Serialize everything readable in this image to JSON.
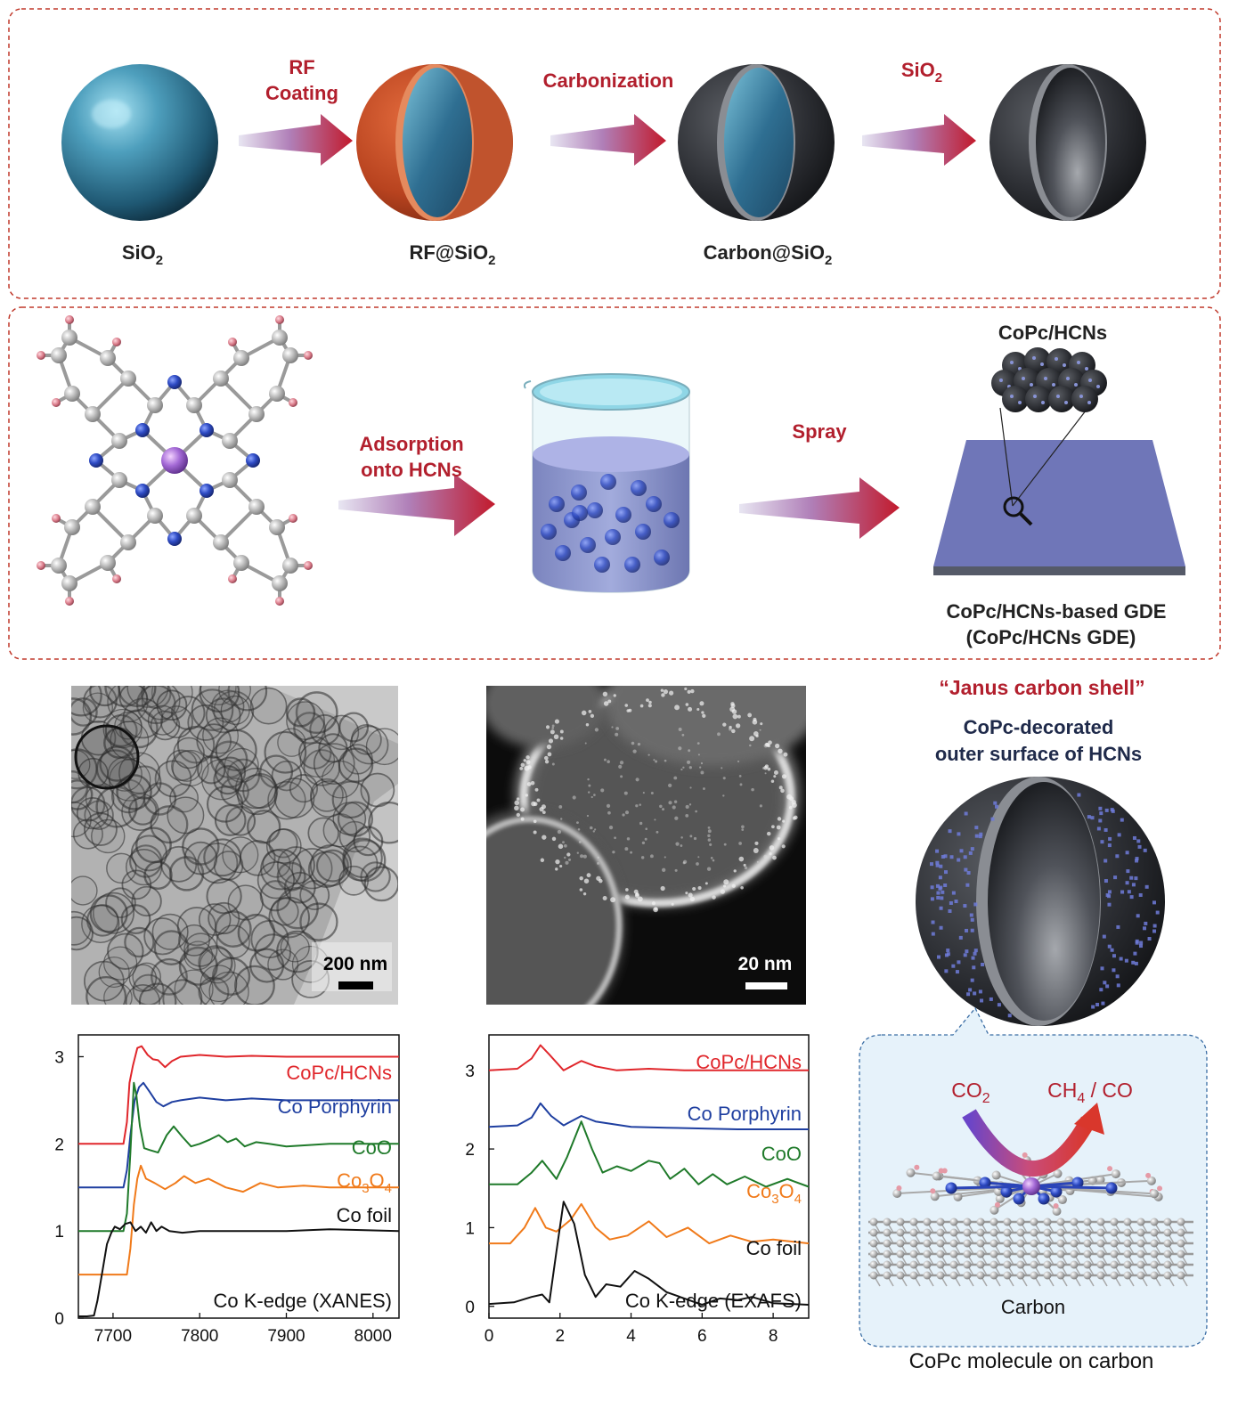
{
  "top_panel": {
    "step_labels": {
      "rf_coating_line1": "RF",
      "rf_coating_line2": "Coating",
      "carbonization": "Carbonization",
      "sio2_removal_base": "SiO",
      "sio2_removal_sub": "2"
    },
    "sphere_labels": {
      "sio2_base": "SiO",
      "sio2_sub": "2",
      "rf_base": "RF@SiO",
      "rf_sub": "2",
      "carbon_base": "Carbon@SiO",
      "carbon_sub": "2"
    }
  },
  "middle_panel": {
    "adsorption_line1": "Adsorption",
    "adsorption_line2": "onto HCNs",
    "spray": "Spray",
    "cluster_label": "CoPc/HCNs",
    "gde_line1": "CoPc/HCNs-based GDE",
    "gde_line2": "(CoPc/HCNs GDE)"
  },
  "micrographs": {
    "tem_scale": "200 nm",
    "haadf_scale": "20 nm"
  },
  "janus": {
    "title": "“Janus carbon shell”",
    "sub_line1": "CoPc-decorated",
    "sub_line2": "outer surface of HCNs",
    "co2_base": "CO",
    "co2_sub": "2",
    "ch4_base": "CH",
    "ch4_sub": "4",
    "ch4_rest": " / CO",
    "carbon": "Carbon",
    "caption": "CoPc molecule on carbon"
  },
  "colors": {
    "accent_red": "#b21f2d",
    "copc": "#e0262b",
    "porphyrin": "#1f3fa0",
    "coo": "#1f7a2a",
    "co3o4": "#f07a1a",
    "foil": "#111111"
  },
  "chart_data": [
    {
      "type": "line",
      "title": "Co K-edge (XANES)",
      "xlim": [
        7660,
        8030
      ],
      "ylim": [
        0,
        3.25
      ],
      "xticks": [
        7700,
        7800,
        7900,
        8000
      ],
      "yticks": [
        0,
        1,
        2,
        3
      ],
      "series": [
        {
          "name": "CoPc/HCNs",
          "color": "#e0262b",
          "points": [
            [
              7660,
              2.0
            ],
            [
              7712,
              2.0
            ],
            [
              7716,
              2.25
            ],
            [
              7719,
              2.7
            ],
            [
              7723,
              2.9
            ],
            [
              7728,
              3.1
            ],
            [
              7733,
              3.12
            ],
            [
              7740,
              3.02
            ],
            [
              7746,
              2.97
            ],
            [
              7752,
              2.96
            ],
            [
              7760,
              2.88
            ],
            [
              7768,
              2.95
            ],
            [
              7778,
              3.0
            ],
            [
              7800,
              3.02
            ],
            [
              7830,
              3.0
            ],
            [
              7860,
              3.01
            ],
            [
              7900,
              3.0
            ],
            [
              7950,
              3.0
            ],
            [
              8030,
              3.0
            ]
          ]
        },
        {
          "name": "Co Porphyrin",
          "color": "#1f3fa0",
          "points": [
            [
              7660,
              1.5
            ],
            [
              7712,
              1.5
            ],
            [
              7716,
              1.7
            ],
            [
              7720,
              2.1
            ],
            [
              7725,
              2.5
            ],
            [
              7730,
              2.65
            ],
            [
              7735,
              2.7
            ],
            [
              7742,
              2.6
            ],
            [
              7750,
              2.48
            ],
            [
              7758,
              2.43
            ],
            [
              7768,
              2.48
            ],
            [
              7778,
              2.5
            ],
            [
              7800,
              2.53
            ],
            [
              7830,
              2.5
            ],
            [
              7860,
              2.52
            ],
            [
              7900,
              2.5
            ],
            [
              7950,
              2.5
            ],
            [
              8030,
              2.5
            ]
          ]
        },
        {
          "name": "CoO",
          "color": "#1f7a2a",
          "points": [
            [
              7660,
              1.0
            ],
            [
              7712,
              1.0
            ],
            [
              7716,
              1.2
            ],
            [
              7720,
              1.9
            ],
            [
              7724,
              2.7
            ],
            [
              7727,
              2.55
            ],
            [
              7731,
              2.2
            ],
            [
              7736,
              1.95
            ],
            [
              7742,
              1.93
            ],
            [
              7752,
              1.9
            ],
            [
              7762,
              2.1
            ],
            [
              7770,
              2.2
            ],
            [
              7780,
              2.08
            ],
            [
              7790,
              1.97
            ],
            [
              7800,
              2.0
            ],
            [
              7812,
              2.05
            ],
            [
              7822,
              2.1
            ],
            [
              7832,
              2.02
            ],
            [
              7842,
              2.06
            ],
            [
              7852,
              1.97
            ],
            [
              7865,
              2.02
            ],
            [
              7880,
              2.0
            ],
            [
              7900,
              1.97
            ],
            [
              7950,
              2.0
            ],
            [
              8030,
              2.0
            ]
          ]
        },
        {
          "name": "Co3O4",
          "color": "#f07a1a",
          "points": [
            [
              7660,
              0.5
            ],
            [
              7716,
              0.5
            ],
            [
              7720,
              0.8
            ],
            [
              7724,
              1.3
            ],
            [
              7728,
              1.6
            ],
            [
              7732,
              1.75
            ],
            [
              7738,
              1.6
            ],
            [
              7748,
              1.55
            ],
            [
              7760,
              1.48
            ],
            [
              7772,
              1.55
            ],
            [
              7782,
              1.63
            ],
            [
              7795,
              1.55
            ],
            [
              7810,
              1.6
            ],
            [
              7830,
              1.5
            ],
            [
              7850,
              1.45
            ],
            [
              7870,
              1.55
            ],
            [
              7890,
              1.5
            ],
            [
              7920,
              1.52
            ],
            [
              7950,
              1.5
            ],
            [
              8030,
              1.5
            ]
          ]
        },
        {
          "name": "Co foil",
          "color": "#111111",
          "points": [
            [
              7660,
              0.02
            ],
            [
              7670,
              0.02
            ],
            [
              7678,
              0.03
            ],
            [
              7682,
              0.2
            ],
            [
              7688,
              0.55
            ],
            [
              7693,
              0.85
            ],
            [
              7698,
              0.98
            ],
            [
              7702,
              1.05
            ],
            [
              7708,
              1.02
            ],
            [
              7714,
              1.08
            ],
            [
              7720,
              1.1
            ],
            [
              7726,
              1.0
            ],
            [
              7732,
              1.05
            ],
            [
              7738,
              0.98
            ],
            [
              7744,
              1.1
            ],
            [
              7750,
              1.0
            ],
            [
              7756,
              1.05
            ],
            [
              7765,
              1.0
            ],
            [
              7780,
              0.98
            ],
            [
              7800,
              1.0
            ],
            [
              7850,
              1.0
            ],
            [
              7900,
              1.0
            ],
            [
              7950,
              1.02
            ],
            [
              8030,
              1.0
            ]
          ]
        }
      ]
    },
    {
      "type": "line",
      "title": "Co K-edge (EXAFS)",
      "xlim": [
        0,
        9
      ],
      "ylim": [
        -0.15,
        3.45
      ],
      "xticks": [
        0,
        2,
        4,
        6,
        8
      ],
      "yticks": [
        0,
        1,
        2,
        3
      ],
      "series": [
        {
          "name": "CoPc/HCNs",
          "color": "#e0262b",
          "points": [
            [
              0,
              3.0
            ],
            [
              0.8,
              3.02
            ],
            [
              1.2,
              3.15
            ],
            [
              1.45,
              3.32
            ],
            [
              1.7,
              3.2
            ],
            [
              2.1,
              3.0
            ],
            [
              2.6,
              3.12
            ],
            [
              3.0,
              3.05
            ],
            [
              3.6,
              3.0
            ],
            [
              4.5,
              3.02
            ],
            [
              5.5,
              3.0
            ],
            [
              7.0,
              3.0
            ],
            [
              9,
              3.0
            ]
          ]
        },
        {
          "name": "Co Porphyrin",
          "color": "#1f3fa0",
          "points": [
            [
              0,
              2.28
            ],
            [
              0.8,
              2.3
            ],
            [
              1.2,
              2.4
            ],
            [
              1.45,
              2.58
            ],
            [
              1.75,
              2.42
            ],
            [
              2.1,
              2.3
            ],
            [
              2.6,
              2.42
            ],
            [
              3.0,
              2.35
            ],
            [
              4.0,
              2.28
            ],
            [
              5.0,
              2.27
            ],
            [
              7.0,
              2.25
            ],
            [
              9,
              2.25
            ]
          ]
        },
        {
          "name": "CoO",
          "color": "#1f7a2a",
          "points": [
            [
              0,
              1.55
            ],
            [
              0.8,
              1.55
            ],
            [
              1.2,
              1.7
            ],
            [
              1.5,
              1.85
            ],
            [
              1.9,
              1.62
            ],
            [
              2.2,
              1.9
            ],
            [
              2.6,
              2.35
            ],
            [
              2.9,
              2.0
            ],
            [
              3.2,
              1.7
            ],
            [
              3.6,
              1.78
            ],
            [
              4.0,
              1.72
            ],
            [
              4.5,
              1.85
            ],
            [
              4.8,
              1.82
            ],
            [
              5.1,
              1.62
            ],
            [
              5.5,
              1.75
            ],
            [
              5.9,
              1.55
            ],
            [
              6.3,
              1.68
            ],
            [
              6.7,
              1.55
            ],
            [
              7.2,
              1.65
            ],
            [
              7.8,
              1.52
            ],
            [
              8.4,
              1.62
            ],
            [
              9,
              1.52
            ]
          ]
        },
        {
          "name": "Co3O4",
          "color": "#f07a1a",
          "points": [
            [
              0,
              0.8
            ],
            [
              0.6,
              0.8
            ],
            [
              1.0,
              1.0
            ],
            [
              1.3,
              1.25
            ],
            [
              1.6,
              1.0
            ],
            [
              1.9,
              0.95
            ],
            [
              2.3,
              1.1
            ],
            [
              2.6,
              1.3
            ],
            [
              3.0,
              1.0
            ],
            [
              3.4,
              0.85
            ],
            [
              3.9,
              0.9
            ],
            [
              4.5,
              1.08
            ],
            [
              5.0,
              0.88
            ],
            [
              5.6,
              1.0
            ],
            [
              6.2,
              0.8
            ],
            [
              6.8,
              0.9
            ],
            [
              7.4,
              0.82
            ],
            [
              8.0,
              0.85
            ],
            [
              9,
              0.8
            ]
          ]
        },
        {
          "name": "Co foil",
          "color": "#111111",
          "points": [
            [
              0,
              0.03
            ],
            [
              0.7,
              0.05
            ],
            [
              1.2,
              0.12
            ],
            [
              1.5,
              0.15
            ],
            [
              1.7,
              0.05
            ],
            [
              1.9,
              0.7
            ],
            [
              2.1,
              1.33
            ],
            [
              2.4,
              1.05
            ],
            [
              2.7,
              0.4
            ],
            [
              3.0,
              0.12
            ],
            [
              3.3,
              0.28
            ],
            [
              3.7,
              0.25
            ],
            [
              4.1,
              0.45
            ],
            [
              4.5,
              0.35
            ],
            [
              5.0,
              0.18
            ],
            [
              5.5,
              0.1
            ],
            [
              6.0,
              0.02
            ],
            [
              6.5,
              0.1
            ],
            [
              7.0,
              0.08
            ],
            [
              7.4,
              0.12
            ],
            [
              8.0,
              0.04
            ],
            [
              9,
              0.02
            ]
          ]
        }
      ]
    }
  ]
}
